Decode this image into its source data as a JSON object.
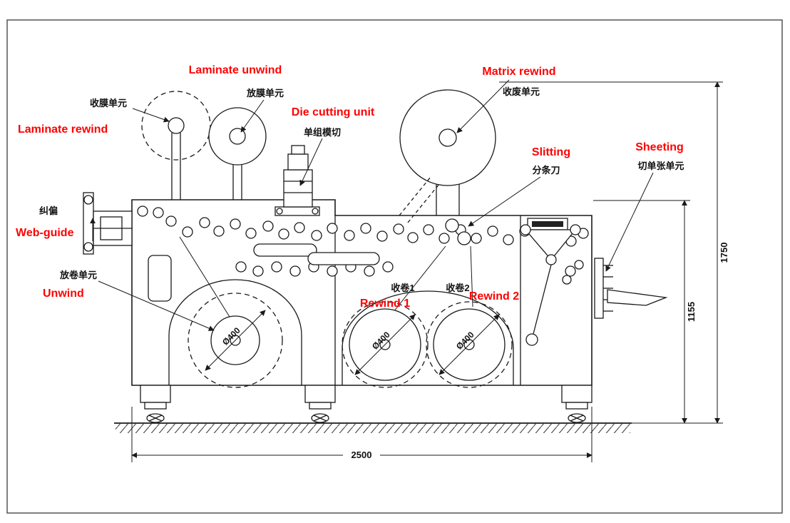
{
  "labels": {
    "laminate_unwind": {
      "en": "Laminate unwind",
      "zh": "放膜单元"
    },
    "laminate_rewind": {
      "en": "Laminate rewind",
      "zh": "收膜单元"
    },
    "die_cutting": {
      "en": "Die cutting unit",
      "zh": "单组模切"
    },
    "matrix_rewind": {
      "en": "Matrix rewind",
      "zh": "收废单元"
    },
    "slitting": {
      "en": "Slitting",
      "zh": "分条刀"
    },
    "sheeting": {
      "en": "Sheeting",
      "zh": "切单张单元"
    },
    "web_guide": {
      "en": "Web-guide",
      "zh": "纠偏"
    },
    "unwind": {
      "en": "Unwind",
      "zh": "放卷单元"
    },
    "rewind_1": {
      "en": "Rewind 1",
      "zh": "收卷1"
    },
    "rewind_2": {
      "en": "Rewind 2",
      "zh": "收卷2"
    }
  },
  "dimensions": {
    "overall_length": "2500",
    "overall_height": "1750",
    "frame_height": "1155",
    "unwind_roll_diameter": "Ø400",
    "rewind1_roll_diameter": "Ø400",
    "rewind2_roll_diameter": "Ø400"
  },
  "colors": {
    "label_accent": "#FF0000",
    "line": "#1A1A1A",
    "background": "#FFFFFF"
  }
}
